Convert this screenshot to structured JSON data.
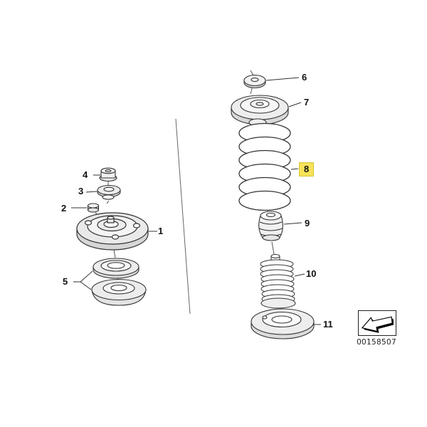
{
  "diagram": {
    "part_number": "00158507",
    "highlight_color": "#F6E35A",
    "stroke_color": "#333333",
    "legend_icon": "direction-arrow-icon",
    "callouts": [
      {
        "label": "1",
        "highlighted": false
      },
      {
        "label": "2",
        "highlighted": false
      },
      {
        "label": "3",
        "highlighted": false
      },
      {
        "label": "4",
        "highlighted": false
      },
      {
        "label": "5",
        "highlighted": false
      },
      {
        "label": "6",
        "highlighted": false
      },
      {
        "label": "7",
        "highlighted": false
      },
      {
        "label": "8",
        "highlighted": true
      },
      {
        "label": "9",
        "highlighted": false
      },
      {
        "label": "10",
        "highlighted": false
      },
      {
        "label": "11",
        "highlighted": false
      }
    ]
  }
}
